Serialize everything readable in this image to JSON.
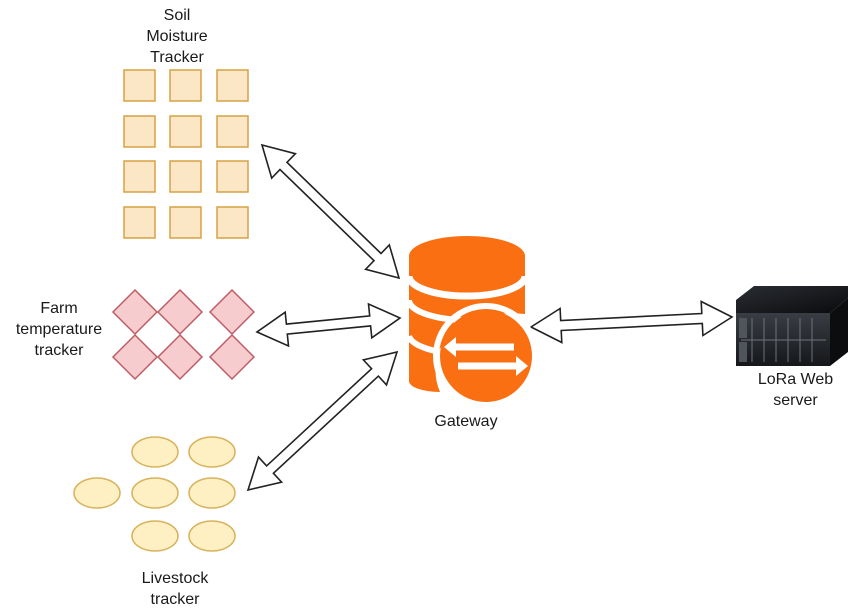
{
  "nodes": {
    "soil": {
      "line1": "Soil",
      "line2": "Moisture",
      "line3": "Tracker"
    },
    "farm": {
      "line1": "Farm",
      "line2": "temperature",
      "line3": "tracker"
    },
    "livestock": {
      "line1": "Livestock",
      "line2": "tracker"
    },
    "gateway": {
      "label": "Gateway"
    },
    "server": {
      "line1": "LoRa Web",
      "line2": "server"
    }
  },
  "icons": {
    "gateway": "database-sync-icon",
    "server": "rack-server-icon"
  },
  "colors": {
    "soil_fill": "#fbe6c5",
    "soil_stroke": "#d7a243",
    "farm_fill": "#f6cccf",
    "farm_stroke": "#bf5b63",
    "livestock_fill": "#fff0c4",
    "livestock_stroke": "#d8b35c",
    "gateway": "#f96f12",
    "arrow_stroke": "#222222"
  }
}
